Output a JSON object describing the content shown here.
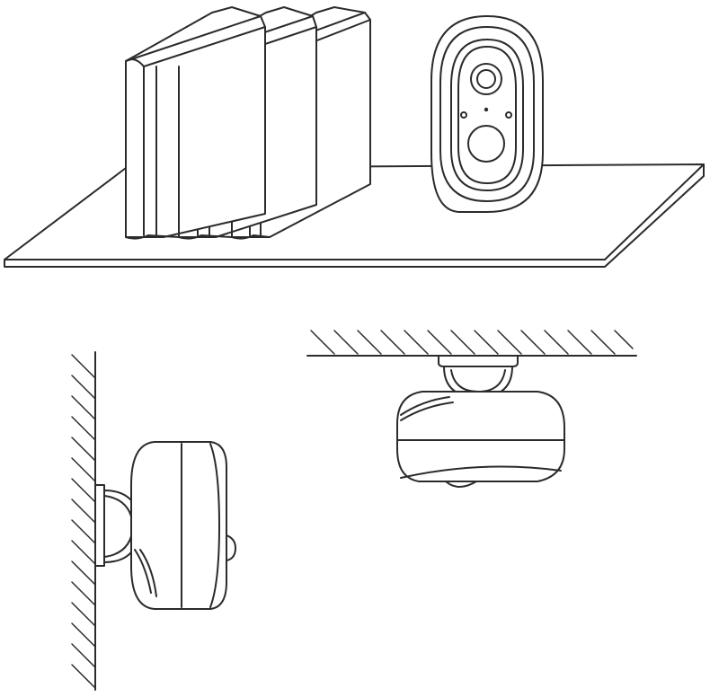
{
  "illustration": {
    "background": "#ffffff",
    "line_color": "#2b2b2b",
    "scenes": [
      {
        "name": "shelf-placement",
        "icon": "camera-on-shelf-icon"
      },
      {
        "name": "wall-mount",
        "icon": "camera-wall-mounted-icon"
      },
      {
        "name": "ceiling-mount",
        "icon": "camera-ceiling-mounted-icon"
      }
    ]
  }
}
